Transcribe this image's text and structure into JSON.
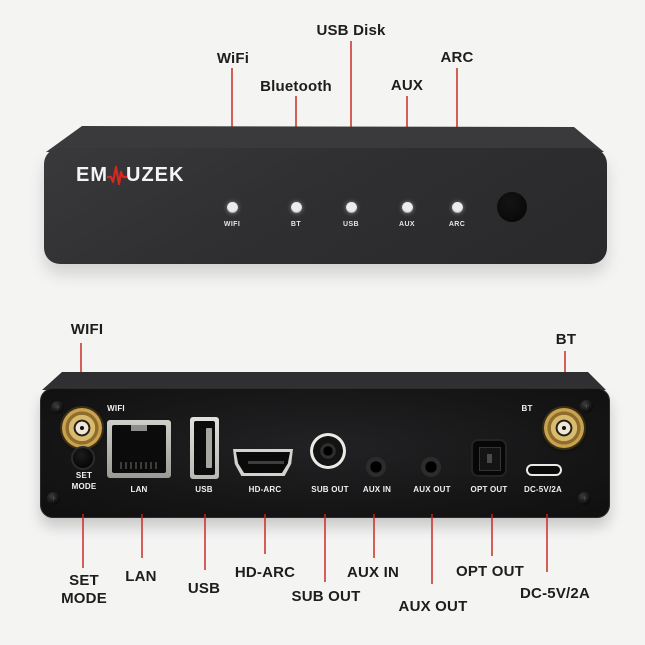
{
  "colors": {
    "background": "#f4f4f3",
    "accent_red": "#cb241c",
    "device_front_body": "#2f2f31",
    "device_rear_body": "#161617",
    "antenna_gold": "#c9a24f",
    "led_dot": "#ececec",
    "callout_text": "#1d1d1d",
    "panel_text": "#f1f1f1"
  },
  "front_view": {
    "logo_prefix": "EM",
    "logo_suffix": "UZEK",
    "callouts": {
      "wifi": "WiFi",
      "bluetooth": "Bluetooth",
      "usb_disk": "USB Disk",
      "aux": "AUX",
      "arc": "ARC"
    },
    "led_labels": {
      "wifi": "WIFI",
      "bt": "BT",
      "usb": "USB",
      "aux": "AUX",
      "arc": "ARC"
    }
  },
  "rear_view": {
    "panel_labels": {
      "wifi": "WIFI",
      "bt": "BT",
      "set": "SET",
      "mode": "MODE",
      "lan": "LAN",
      "usb": "USB",
      "hd_arc": "HD-ARC",
      "sub_out": "SUB OUT",
      "aux_in": "AUX IN",
      "aux_out": "AUX OUT",
      "opt_out": "OPT OUT",
      "dc": "DC-5V/2A"
    },
    "callouts": {
      "wifi": "WIFI",
      "bt": "BT",
      "set_line1": "SET",
      "set_line2": "MODE",
      "lan": "LAN",
      "usb": "USB",
      "hd_arc": "HD-ARC",
      "sub_out": "SUB OUT",
      "aux_in": "AUX IN",
      "aux_out": "AUX OUT",
      "opt_out": "OPT OUT",
      "dc": "DC-5V/2A"
    }
  }
}
